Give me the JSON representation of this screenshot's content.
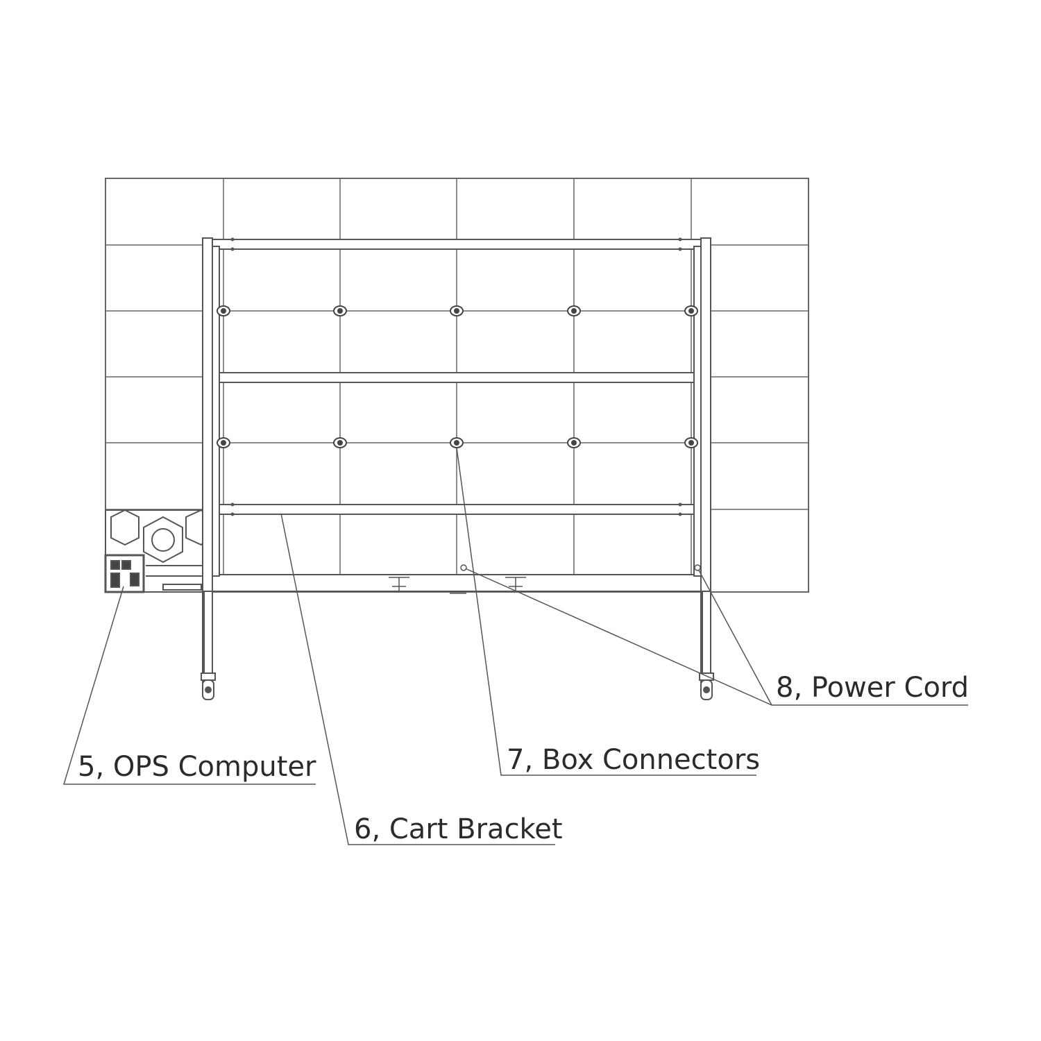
{
  "callouts": [
    {
      "id": "ops",
      "text": "5, OPS Computer"
    },
    {
      "id": "cart",
      "text": "6, Cart Bracket"
    },
    {
      "id": "box",
      "text": "7, Box Connectors"
    },
    {
      "id": "power",
      "text": "8, Power Cord"
    }
  ],
  "colors": {
    "line": "#555555",
    "text": "#2b2b2b",
    "background": "#ffffff"
  }
}
